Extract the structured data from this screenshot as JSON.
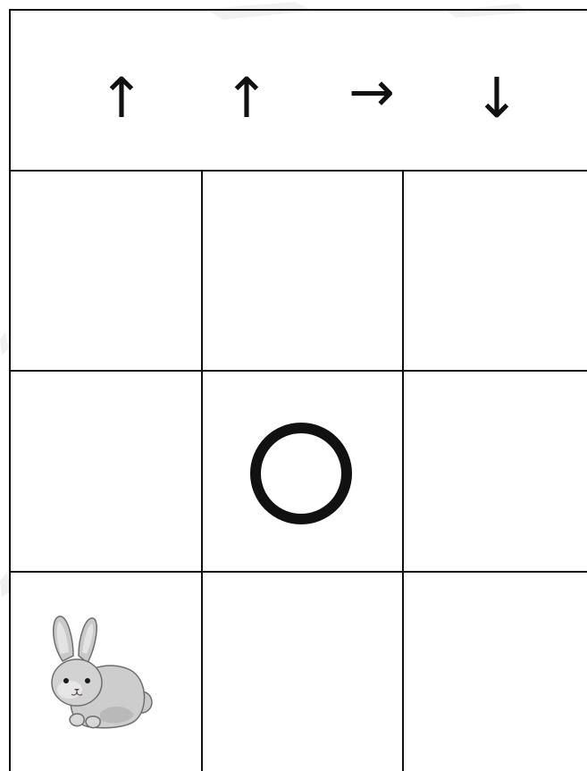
{
  "instructions": {
    "arrows": [
      {
        "icon": "arrow-up-icon",
        "glyph": "↑"
      },
      {
        "icon": "arrow-up-icon",
        "glyph": "↑"
      },
      {
        "icon": "arrow-right-icon",
        "glyph": "→"
      },
      {
        "icon": "arrow-down-icon",
        "glyph": "↓"
      }
    ]
  },
  "board": {
    "rows": 3,
    "cols": 3,
    "pieces": [
      {
        "type": "goal-circle-icon",
        "row": 2,
        "col": 2
      },
      {
        "type": "rabbit-icon",
        "row": 3,
        "col": 1
      }
    ],
    "line_color": "#111111",
    "circle_color": "#111111",
    "rabbit_color": "#c9c9c9"
  }
}
